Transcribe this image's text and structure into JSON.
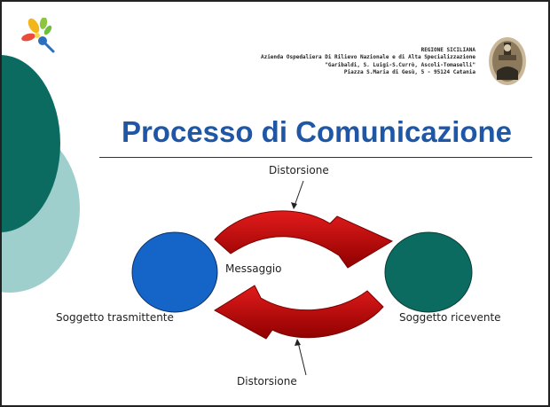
{
  "header": {
    "region": "REGIONE SICILIANA",
    "line1": "Azienda Ospedaliera Di Rilievo Nazionale e di Alta Specializzazione",
    "line2": "\"Garibaldi, S. Luigi-S.Currò, Ascoli-Tomaselli\"",
    "line3": "Piazza S.Maria di Gesù, 5 - 95124 Catania"
  },
  "title": "Processo di Comunicazione",
  "diagram": {
    "distortion_top": "Distorsione",
    "distortion_bottom": "Distorsione",
    "message": "Messaggio",
    "sender": "Soggetto trasmittente",
    "receiver": "Soggetto ricevente"
  },
  "colors": {
    "title": "#1f57a6",
    "sender_circle": "#1565c8",
    "receiver_circle": "#0b6b61",
    "arrows": "#cc0000",
    "deco_dark": "#0b6b61",
    "deco_light": "#9fcfcc"
  },
  "icons": {
    "logo": "colorful-flower-logo-icon",
    "seal": "regional-seal-icon"
  }
}
